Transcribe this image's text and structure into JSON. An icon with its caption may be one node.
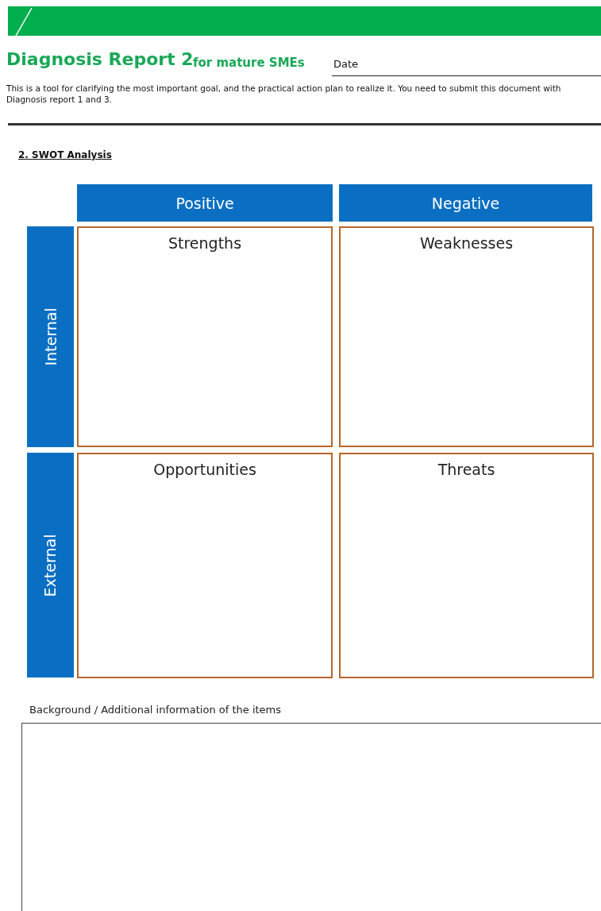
{
  "diagram": {
    "title": "Diagnosis Report 2",
    "nodes": [
      {
        "text": [
          "Positive"
        ]
      },
      {
        "text": [
          "Negative"
        ]
      },
      {
        "text": [
          "Internal"
        ]
      },
      {
        "text": [
          "Strengths"
        ]
      },
      {
        "text": [
          "Weaknesses"
        ]
      },
      {
        "text": [
          "External"
        ]
      },
      {
        "text": [
          "Opportunities"
        ]
      },
      {
        "text": [
          "Threats"
        ]
      },
      {
        "text": [
          "Background / Additional information of the items"
        ]
      }
    ],
    "labels": [
      "for mature SMEs",
      "Date",
      "This is a tool for clarifying the most important goal, and the practical action plan to realize it. You need to submit this document with Diagnosis report 1 and 3.",
      "2. SWOT Analysis"
    ]
  }
}
